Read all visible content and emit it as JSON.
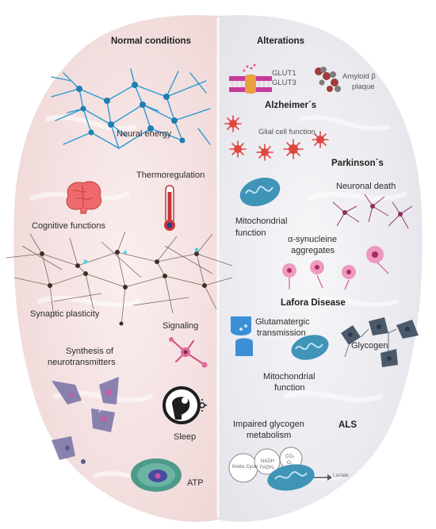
{
  "headers": {
    "left": "Normal conditions",
    "right": "Alterations"
  },
  "left_labels": {
    "neural_energy": "Neural energy",
    "thermoregulation": "Thermoregulation",
    "cognitive": "Cognitive functions",
    "synaptic": "Synaptic plasticity",
    "signaling": "Signaling",
    "synthesis_line1": "Synthesis of",
    "synthesis_line2": "neurotransmitters",
    "sleep": "Sleep",
    "atp": "ATP"
  },
  "right_labels": {
    "glut1": "GLUT1",
    "glut3": "GLUT3",
    "amyloid_line1": "Amyloid β",
    "amyloid_line2": "plaque",
    "alzheimers": "Alzheimer´s",
    "glial": "Glial cell function",
    "parkinsons": "Parkinson´s",
    "neuronal_death": "Neuronal death",
    "mito1_line1": "Mitochondrial",
    "mito1_line2": "function",
    "asyn_line1": "α-synucleine",
    "asyn_line2": "aggregates",
    "lafora": "Lafora Disease",
    "glut_line1": "Glutamatergic",
    "glut_line2": "transmission",
    "glycogen": "Glycogen",
    "mito2_line1": "Mitochondrial",
    "mito2_line2": "function",
    "impaired_line1": "Impaired glycogen",
    "impaired_line2": "metabolism",
    "als": "ALS",
    "krebs": "Krebs Cycle",
    "co2": "CO₂",
    "o2": "O₂",
    "nadh": "NADH",
    "fadh2": "FADH₂",
    "lactate": "Lactate"
  },
  "colors": {
    "brain_left": "#f6e6e6",
    "brain_right": "#eeeef2",
    "neuron_blue": "#2a9bd0",
    "neuron_dark": "#3b3b3b",
    "red_cell": "#e0463f",
    "pink_cell": "#d9588f",
    "mito": "#3f94b8",
    "purple": "#7a6aa8"
  }
}
